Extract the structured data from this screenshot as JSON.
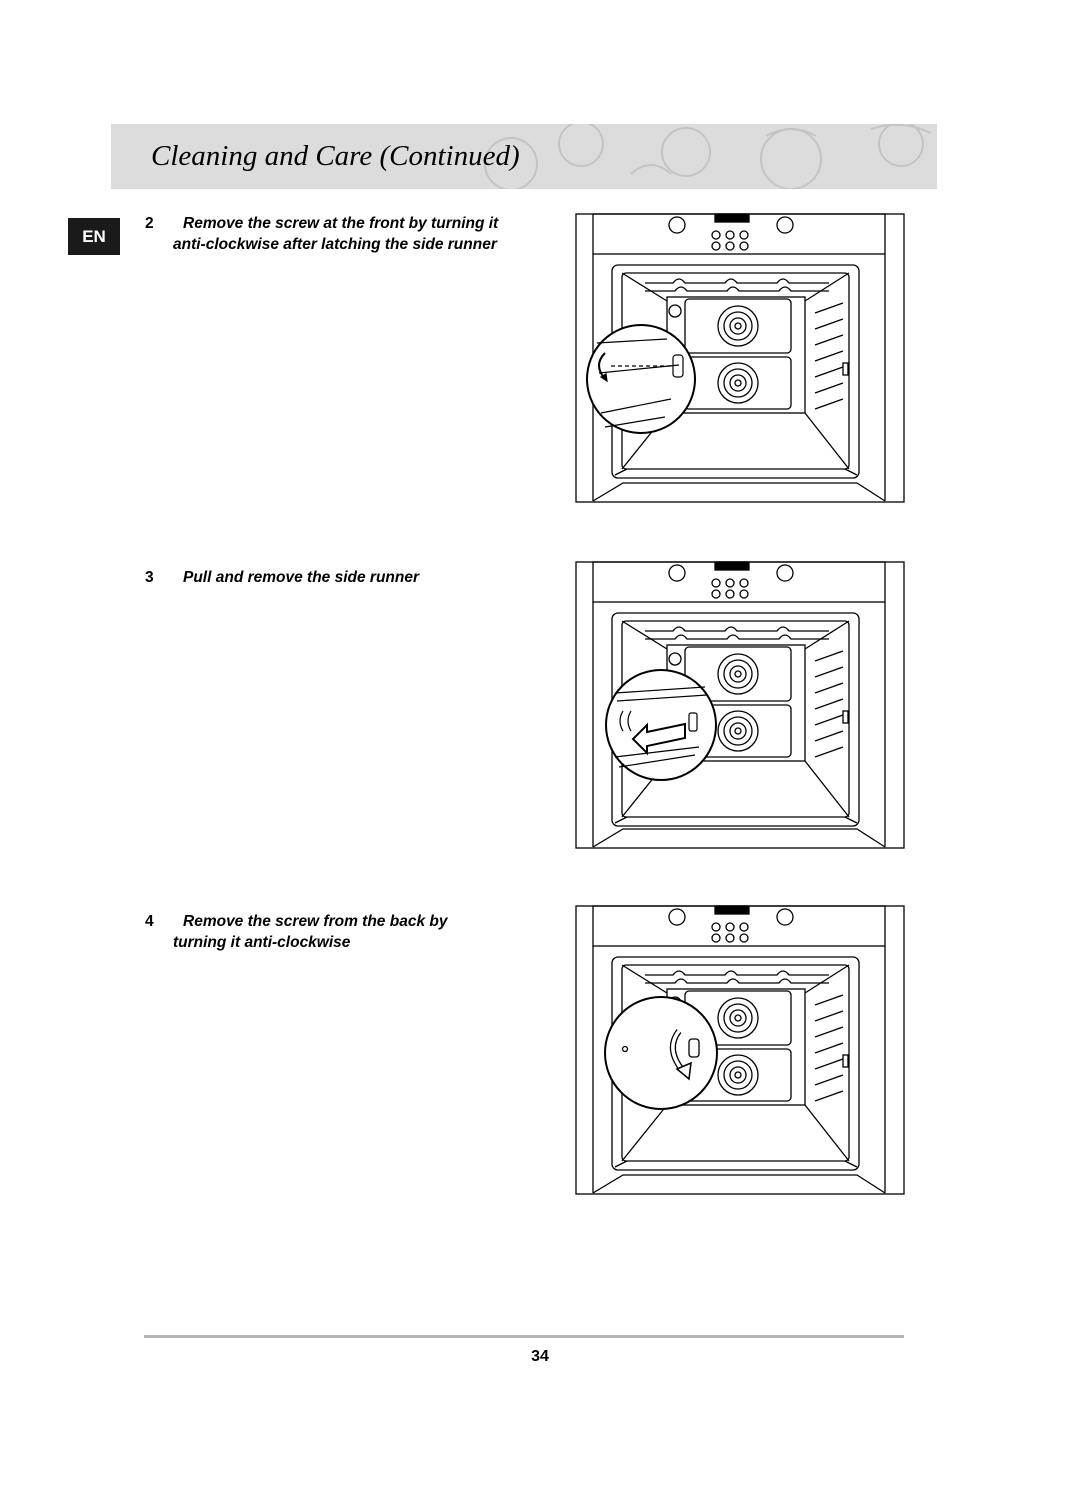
{
  "header": {
    "title": "Cleaning and Care (Continued)"
  },
  "language_badge": "EN",
  "steps": [
    {
      "number": "2",
      "line1": "Remove the screw at the front by turning it",
      "line2": "anti-clockwise after latching the side runner"
    },
    {
      "number": "3",
      "line1": "Pull and remove the side runner",
      "line2": ""
    },
    {
      "number": "4",
      "line1": "Remove the screw from the back by",
      "line2": "turning it anti-clockwise"
    }
  ],
  "figures": [
    {
      "name": "oven-screw-front-illustration",
      "action": "rotate-anticlockwise"
    },
    {
      "name": "oven-pull-runner-illustration",
      "action": "pull-arrow"
    },
    {
      "name": "oven-screw-back-illustration",
      "action": "rotate-anticlockwise"
    }
  ],
  "page_number": "34"
}
